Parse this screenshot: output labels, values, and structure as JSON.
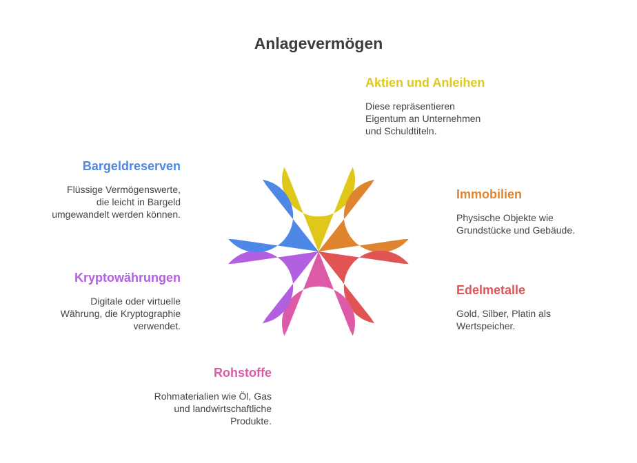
{
  "title": "Anlagevermögen",
  "colors": {
    "aktien": "#dfc81a",
    "immobilien": "#df8530",
    "edelmetalle": "#e05454",
    "rohstoffe": "#dd5aa6",
    "krypto": "#b35fe2",
    "bargeld": "#4d88e6"
  },
  "items": {
    "aktien": {
      "title": "Aktien und Anleihen",
      "desc": [
        "Diese repräsentieren",
        "Eigentum an Unternehmen",
        "und Schuldtiteln."
      ]
    },
    "immobilien": {
      "title": "Immobilien",
      "desc": [
        "Physische Objekte wie",
        "Grundstücke und Gebäude."
      ]
    },
    "edelmetalle": {
      "title": "Edelmetalle",
      "desc": [
        "Gold, Silber, Platin als",
        "Wertspeicher."
      ]
    },
    "rohstoffe": {
      "title": "Rohstoffe",
      "desc": [
        "Rohmaterialien wie Öl, Gas",
        "und landwirtschaftliche",
        "Produkte."
      ]
    },
    "krypto": {
      "title": "Kryptowährungen",
      "desc": [
        "Digitale oder virtuelle",
        "Währung, die Kryptographie",
        "verwendet."
      ]
    },
    "bargeld": {
      "title": "Bargeldreserven",
      "desc": [
        "Flüssige Vermögenswerte,",
        "die leicht in Bargeld",
        "umgewandelt werden können."
      ]
    }
  }
}
